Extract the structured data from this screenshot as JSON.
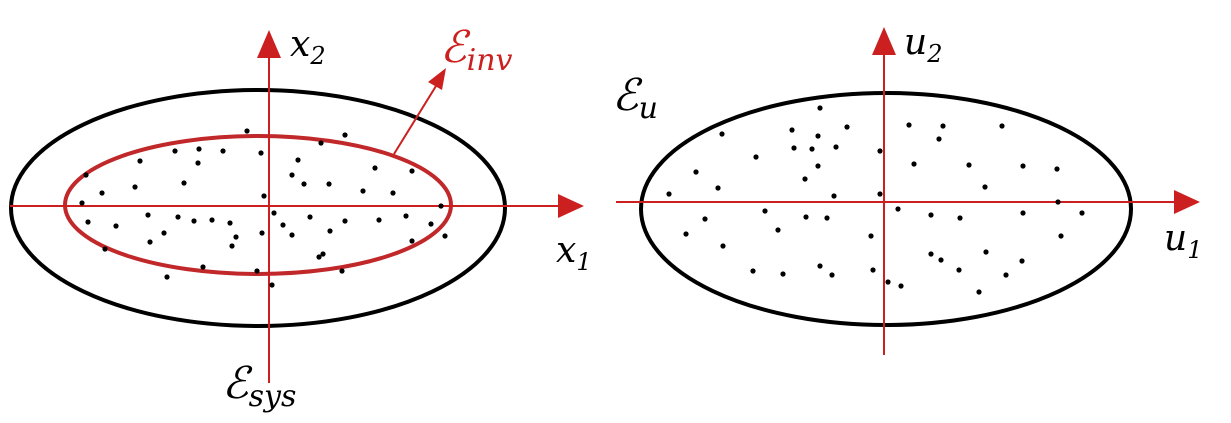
{
  "colors": {
    "axis": "#cc1f1f",
    "ellipse_outer": "#000000",
    "ellipse_inner": "#c0282a",
    "points": "#000000",
    "label_red": "#cc1f1f",
    "label_black": "#000000"
  },
  "left_panel": {
    "x_axis_label": {
      "base": "x",
      "sub": "1"
    },
    "y_axis_label": {
      "base": "x",
      "sub": "2"
    },
    "outer_set_label": {
      "base": "ℰ",
      "sub": "sys"
    },
    "inner_set_label": {
      "base": "ℰ",
      "sub": "inv"
    }
  },
  "right_panel": {
    "x_axis_label": {
      "base": "u",
      "sub": "1"
    },
    "y_axis_label": {
      "base": "u",
      "sub": "2"
    },
    "set_label": {
      "base": "ℰ",
      "sub": "u"
    }
  }
}
